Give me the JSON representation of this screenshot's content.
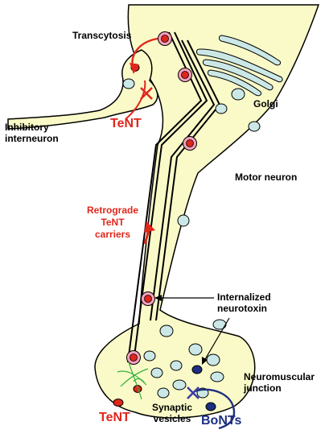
{
  "labels": {
    "transcytosis": "Transcytosis",
    "golgi": "Golgi",
    "inhibitory_interneuron": "Inhibitory\ninterneuron",
    "tent_top": "TeNT",
    "motor_neuron": "Motor neuron",
    "retrograde": "Retrograde\nTeNT\ncarriers",
    "internalized": "Internalized\nneurotoxin",
    "neuromuscular": "Neuromuscular\njunction",
    "synaptic": "Synaptic\nvesicles",
    "tent_bottom": "TeNT",
    "bonts": "BoNTs"
  },
  "colors": {
    "cell_fill": "#fafac8",
    "outline": "#000000",
    "vesicle_fill": "#cbe8e7",
    "tent_red": "#e0261b",
    "carrier_pink": "#f4a0bc",
    "bont_blue": "#1c2f80",
    "fiber_green": "#33b23c"
  }
}
